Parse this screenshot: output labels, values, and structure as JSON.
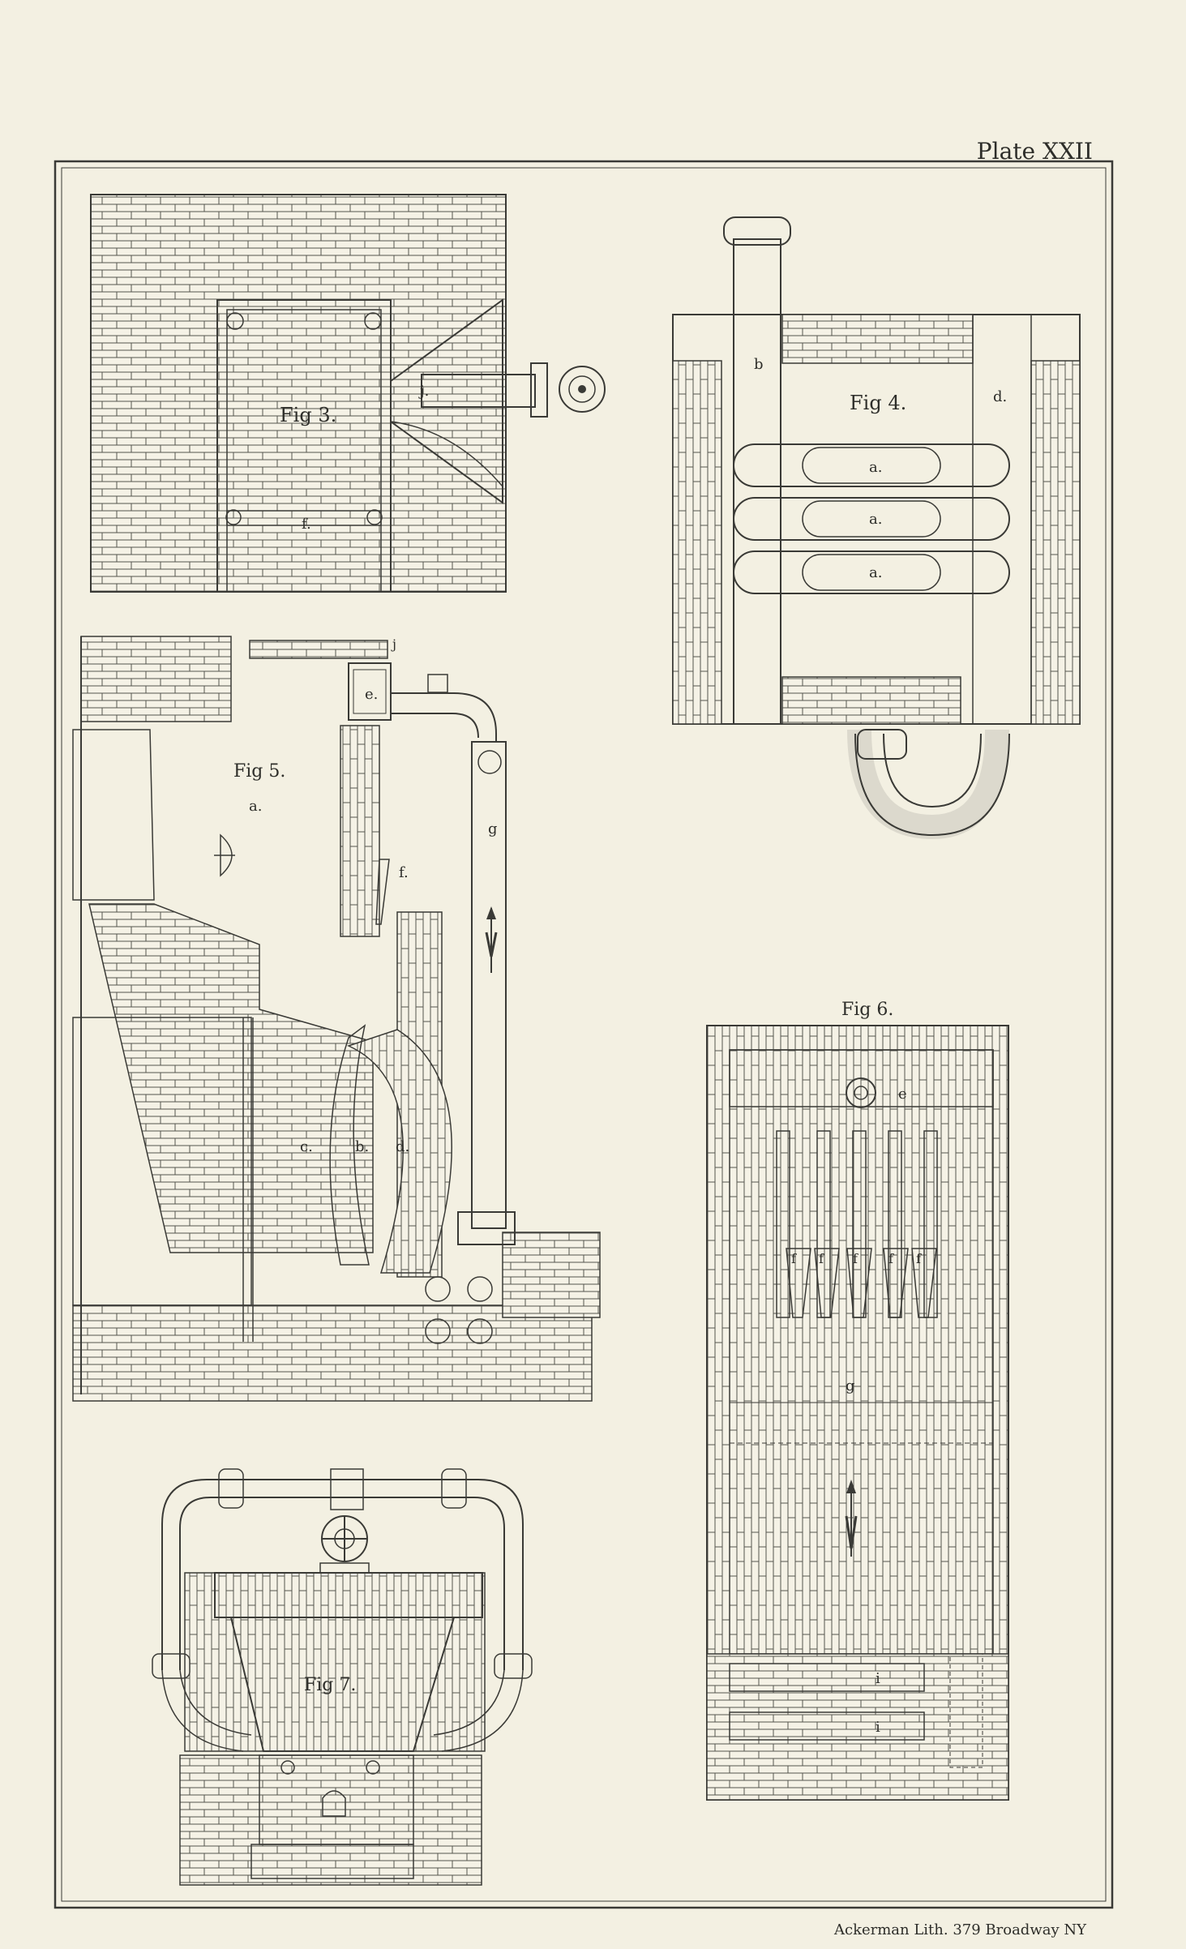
{
  "plate": {
    "title": "Plate XXII",
    "imprint": "Ackerman Lith. 379 Broadway NY"
  },
  "fig3": {
    "caption": "Fig 3.",
    "labels": {
      "f": "f.",
      "j": "j."
    }
  },
  "fig4": {
    "caption": "Fig 4.",
    "labels": {
      "b": "b",
      "d": "d.",
      "a": "a."
    }
  },
  "fig5": {
    "caption": "Fig 5.",
    "labels": {
      "a": "a.",
      "e": "e.",
      "f": "f.",
      "g": "g",
      "j": "j",
      "c": "c.",
      "b": "b.",
      "d": "d."
    }
  },
  "fig6": {
    "caption": "Fig 6.",
    "labels": {
      "e": "e",
      "f": "f",
      "g": "g",
      "i": "i"
    }
  },
  "fig7": {
    "caption": "Fig 7."
  },
  "colors": {
    "paper": "#f3f0e2",
    "ink": "#3a3a36"
  }
}
